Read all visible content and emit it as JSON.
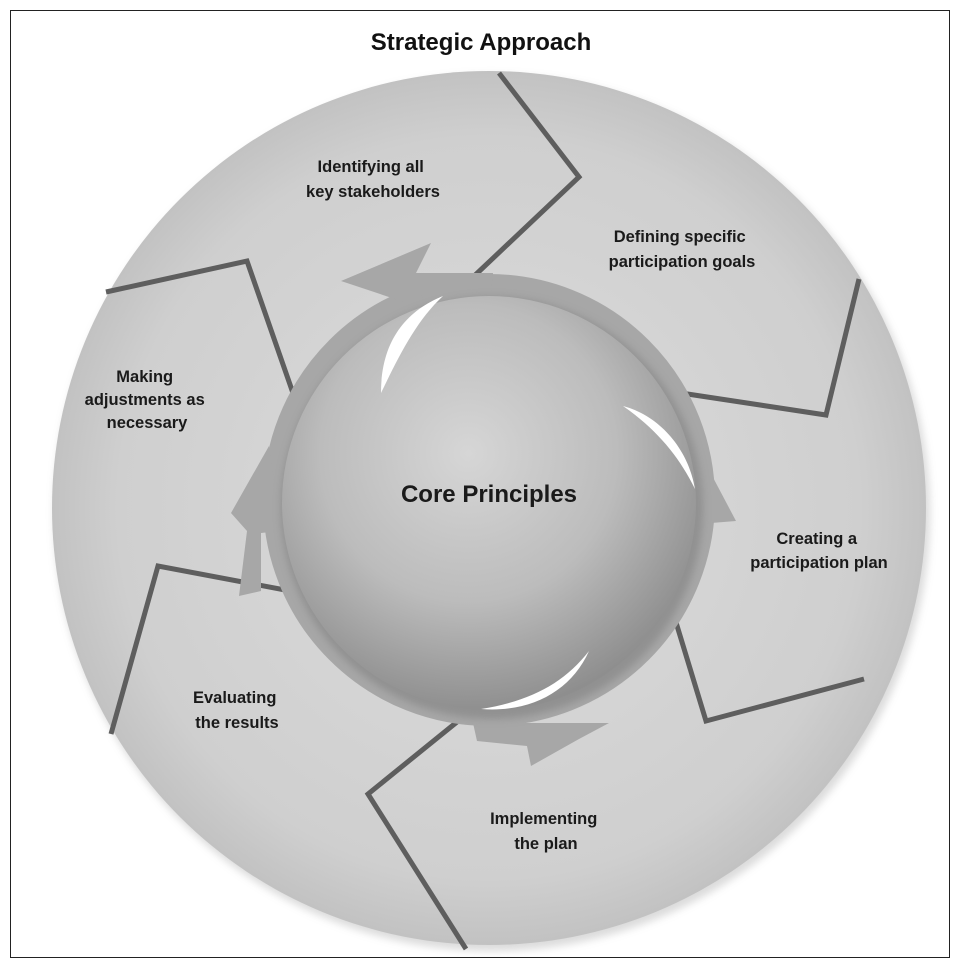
{
  "title": "Strategic Approach",
  "center": {
    "label": "Core Principles"
  },
  "stages": [
    {
      "lines": [
        "Identifying all",
        "key stakeholders"
      ]
    },
    {
      "lines": [
        "Defining specific",
        "participation goals"
      ]
    },
    {
      "lines": [
        "Creating a",
        "participation plan"
      ]
    },
    {
      "lines": [
        "Implementing",
        "the plan"
      ]
    },
    {
      "lines": [
        "Evaluating",
        "the results"
      ]
    },
    {
      "lines": [
        "Making",
        "adjustments as",
        "necessary"
      ]
    }
  ],
  "colors": {
    "wheel": "#cfcfcf",
    "divider": "#5e5e5e",
    "ring": "#a7a7a7",
    "core": "#bdbdbd",
    "border": "#222222"
  }
}
